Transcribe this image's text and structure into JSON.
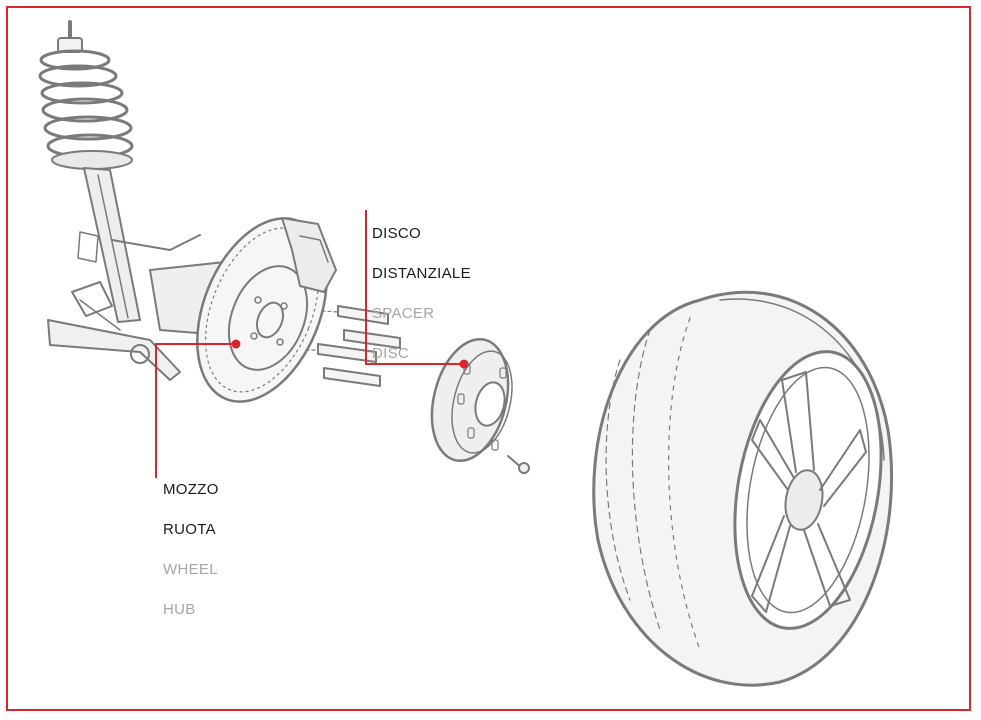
{
  "colors": {
    "border": "#d9252b",
    "callout": "#d9252b",
    "drawing": "#7a7a7a",
    "text_primary": "#1a1a1a",
    "text_secondary": "#a6a6a6"
  },
  "callouts": {
    "spacer_disc": {
      "it_line1": "DISCO",
      "it_line2": "DISTANZIALE",
      "en_line1": "SPACER",
      "en_line2": "DISC"
    },
    "wheel_hub": {
      "it_line1": "MOZZO",
      "it_line2": "RUOTA",
      "en_line1": "WHEEL",
      "en_line2": "HUB"
    }
  }
}
